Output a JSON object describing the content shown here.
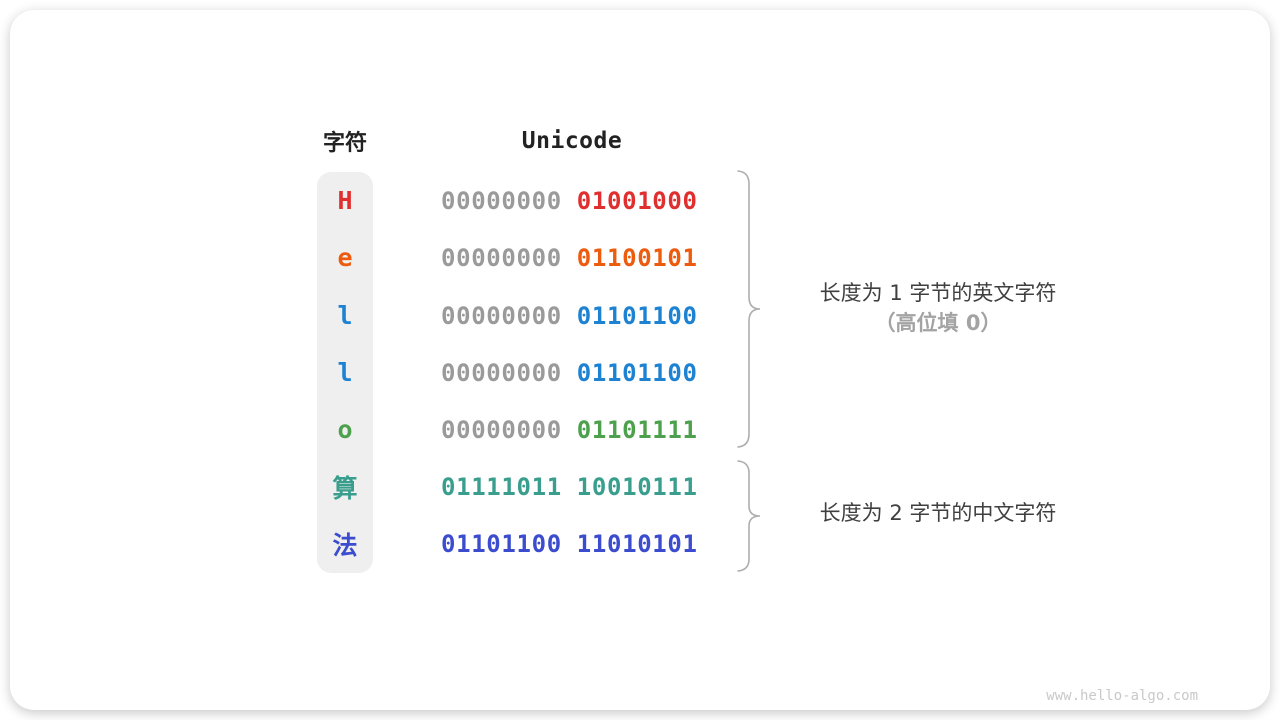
{
  "table": {
    "char_header": "字符",
    "unicode_header": "Unicode",
    "rows": [
      {
        "char": "H",
        "char_color": "#e02f2f",
        "byte1": "00000000",
        "byte1_color": "#9a9a9a",
        "byte2": "01001000",
        "byte2_color": "#e02f2f"
      },
      {
        "char": "e",
        "char_color": "#ed5c0e",
        "byte1": "00000000",
        "byte1_color": "#9a9a9a",
        "byte2": "01100101",
        "byte2_color": "#ed5c0e"
      },
      {
        "char": "l",
        "char_color": "#1d82d2",
        "byte1": "00000000",
        "byte1_color": "#9a9a9a",
        "byte2": "01101100",
        "byte2_color": "#1d82d2"
      },
      {
        "char": "l",
        "char_color": "#1d82d2",
        "byte1": "00000000",
        "byte1_color": "#9a9a9a",
        "byte2": "01101100",
        "byte2_color": "#1d82d2"
      },
      {
        "char": "o",
        "char_color": "#4da14d",
        "byte1": "00000000",
        "byte1_color": "#9a9a9a",
        "byte2": "01101111",
        "byte2_color": "#4da14d"
      },
      {
        "char": "算",
        "char_color": "#399e8d",
        "byte1": "01111011",
        "byte1_color": "#399e8d",
        "byte2": "10010111",
        "byte2_color": "#399e8d"
      },
      {
        "char": "法",
        "char_color": "#3b4cce",
        "byte1": "01101100",
        "byte1_color": "#3b4cce",
        "byte2": "11010101",
        "byte2_color": "#3b4cce"
      }
    ]
  },
  "annotations": {
    "group1_line1": "长度为 1 字节的英文字符",
    "group1_line2": "（高位填 0）",
    "group2_line1": "长度为 2 字节的中文字符"
  },
  "colors": {
    "column_bg": "#efefef",
    "gray_byte": "#9a9a9a",
    "brace": "#aeaeae",
    "annotation_text": "#3f3f3f",
    "annotation_sub": "#a3a3a3",
    "watermark": "#c9c9c9"
  },
  "footer": {
    "watermark": "www.hello-algo.com"
  }
}
